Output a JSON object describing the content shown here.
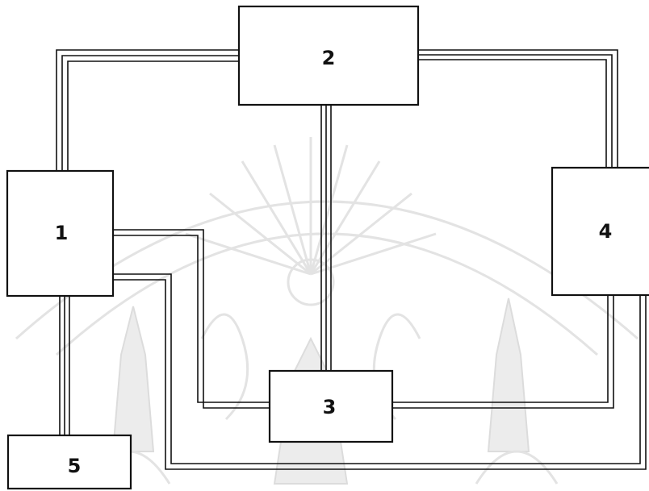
{
  "diagram": {
    "blocks": [
      {
        "id": "block-1",
        "label": "1"
      },
      {
        "id": "block-2",
        "label": "2"
      },
      {
        "id": "block-3",
        "label": "3"
      },
      {
        "id": "block-4",
        "label": "4"
      },
      {
        "id": "block-5",
        "label": "5"
      }
    ],
    "connections": [
      {
        "from": "1",
        "to": "2"
      },
      {
        "from": "2",
        "to": "4"
      },
      {
        "from": "2",
        "to": "3"
      },
      {
        "from": "1",
        "to": "3"
      },
      {
        "from": "4",
        "to": "3"
      },
      {
        "from": "1",
        "to": "4"
      },
      {
        "from": "1",
        "to": "5"
      }
    ],
    "watermark": "university-seal-watermark"
  }
}
